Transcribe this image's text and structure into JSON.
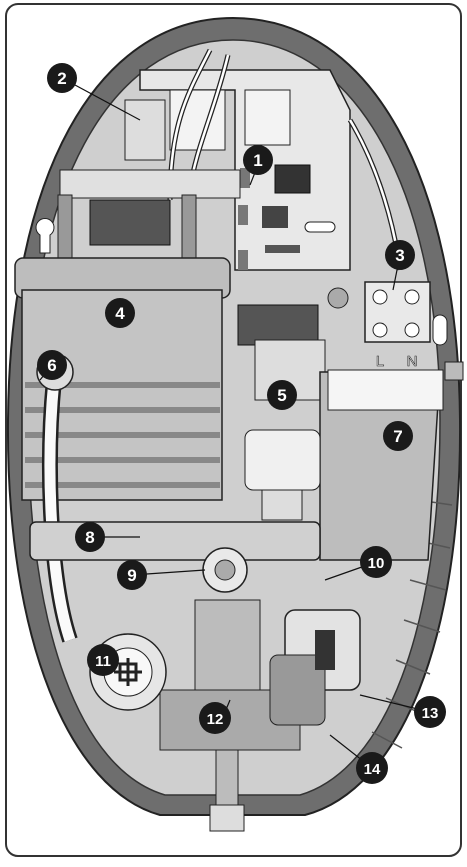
{
  "callouts": [
    {
      "number": "1"
    },
    {
      "number": "2"
    },
    {
      "number": "3"
    },
    {
      "number": "4"
    },
    {
      "number": "5"
    },
    {
      "number": "6"
    },
    {
      "number": "7"
    },
    {
      "number": "8"
    },
    {
      "number": "9"
    },
    {
      "number": "10"
    },
    {
      "number": "11"
    },
    {
      "number": "12"
    },
    {
      "number": "13"
    },
    {
      "number": "14"
    }
  ],
  "terminal_labels": {
    "live": "L",
    "neutral": "N"
  },
  "colors": {
    "background": "#ffffff",
    "casing": "#6b6b6b",
    "casing_inner": "#c9c9c9",
    "callout_fill": "#1a1a1a",
    "callout_text": "#ffffff"
  }
}
